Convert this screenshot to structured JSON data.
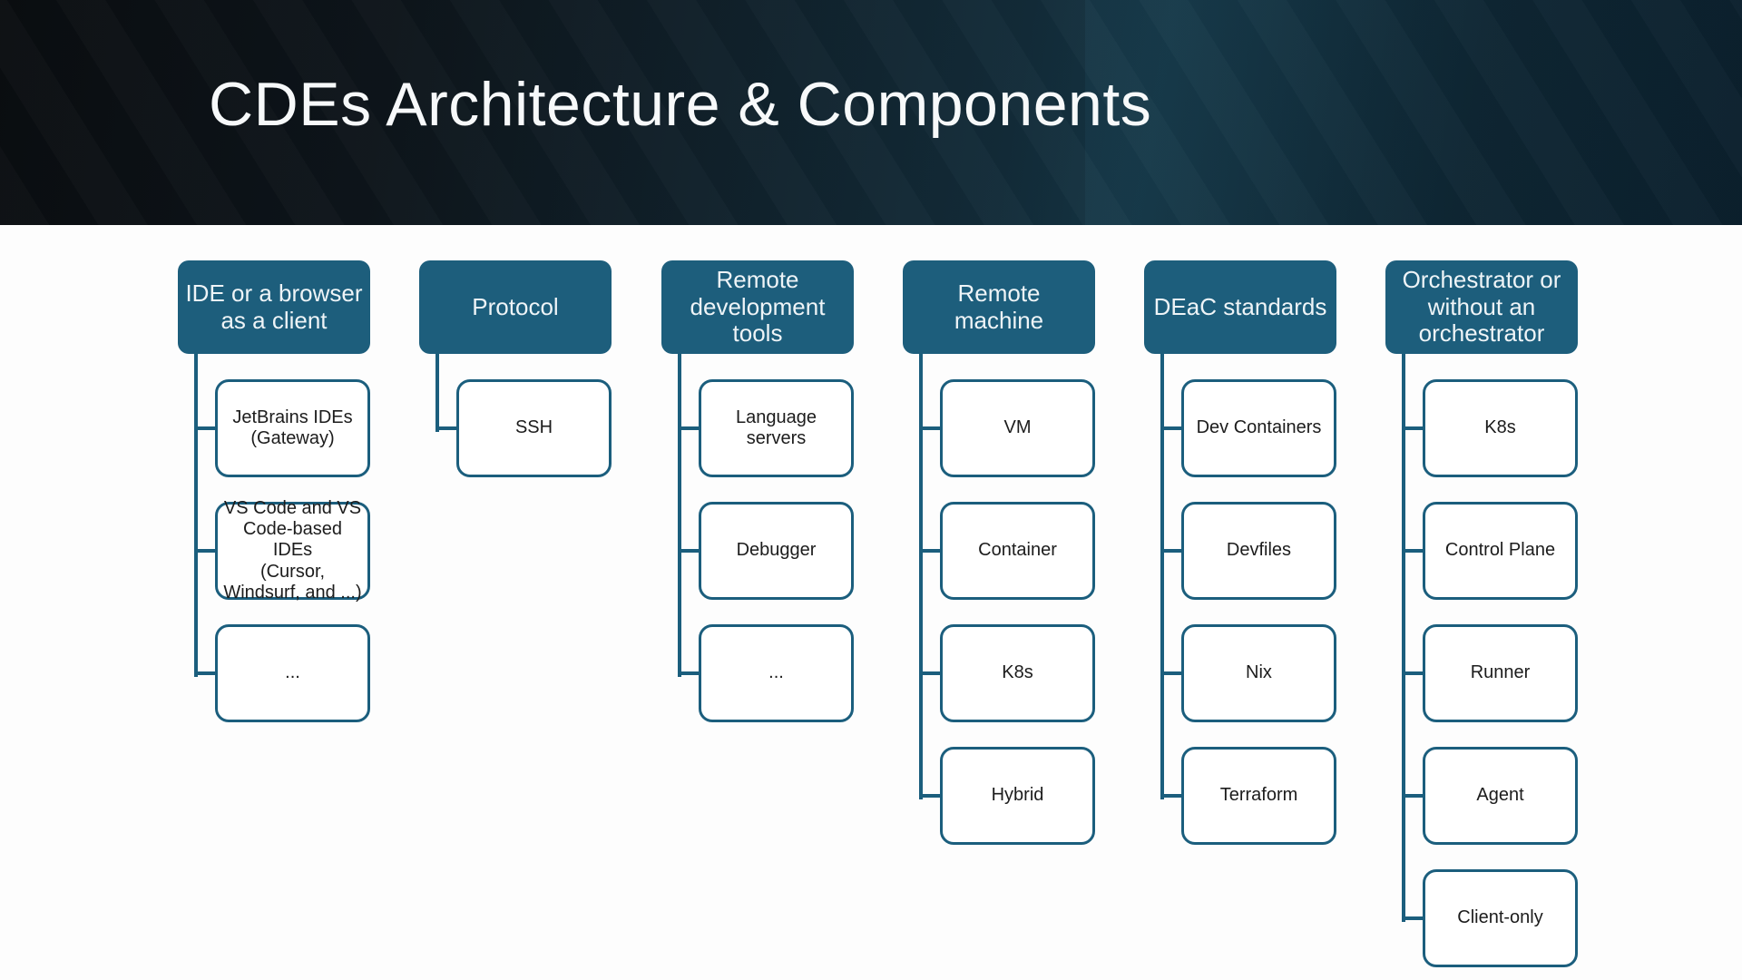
{
  "slide": {
    "title": "CDEs Architecture & Components"
  },
  "colors": {
    "accent_teal": "#1d5e7c",
    "connector": "#1b5e7d",
    "banner_left": "#0a0d10",
    "banner_mid": "#143544",
    "banner_right": "#0c2230",
    "node_text": "#1c1c1c",
    "header_text": "#eef4f7",
    "content_background": "#ffffff"
  },
  "columns": [
    {
      "header": "IDE or a browser\nas a client",
      "children": [
        {
          "label": "JetBrains IDEs\n(Gateway)"
        },
        {
          "label": "VS Code and VS\nCode-based IDEs\n(Cursor,\nWindsurf, and ...)"
        },
        {
          "label": "..."
        }
      ]
    },
    {
      "header": "Protocol",
      "children": [
        {
          "label": "SSH"
        }
      ]
    },
    {
      "header": "Remote\ndevelopment\ntools",
      "children": [
        {
          "label": "Language servers"
        },
        {
          "label": "Debugger"
        },
        {
          "label": "..."
        }
      ]
    },
    {
      "header": "Remote\nmachine",
      "children": [
        {
          "label": "VM"
        },
        {
          "label": "Container"
        },
        {
          "label": "K8s"
        },
        {
          "label": "Hybrid"
        }
      ]
    },
    {
      "header": "DEaC standards",
      "children": [
        {
          "label": "Dev Containers"
        },
        {
          "label": "Devfiles"
        },
        {
          "label": "Nix"
        },
        {
          "label": "Terraform"
        }
      ]
    },
    {
      "header": "Orchestrator or\nwithout an\norchestrator",
      "children": [
        {
          "label": "K8s"
        },
        {
          "label": "Control Plane"
        },
        {
          "label": "Runner"
        },
        {
          "label": "Agent"
        },
        {
          "label": "Client-only"
        }
      ]
    }
  ]
}
